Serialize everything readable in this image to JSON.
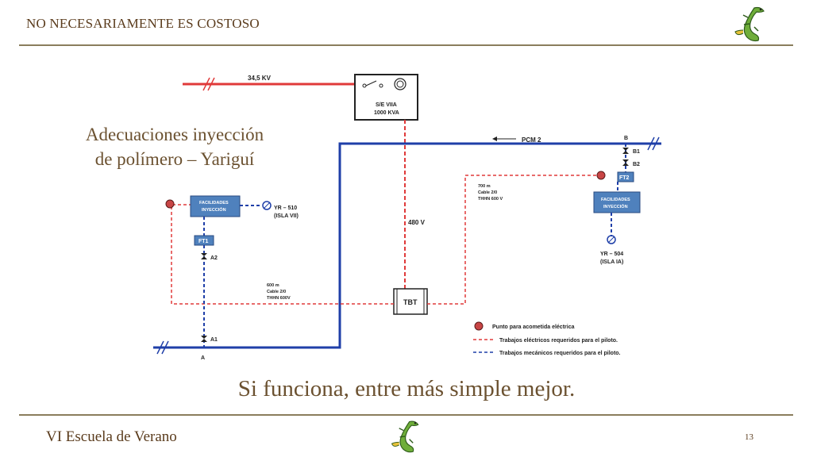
{
  "header": {
    "title": "NO NECESARIAMENTE ES COSTOSO"
  },
  "subtitle": {
    "line1": "Adecuaciones inyección",
    "line2": "de polímero – Yariguí"
  },
  "caption": "Si funciona, entre más simple mejor.",
  "footer": {
    "left": "VI Escuela de Verano",
    "page": "13"
  },
  "diagram": {
    "line_345kv": "34,5 KV",
    "substation_line1": "S/E VIIA",
    "substation_line2": "1000 KVA",
    "voltage_480": "480 V",
    "pcm": "PCM 2",
    "label_b": "B",
    "label_b1": "B1",
    "label_b2": "B2",
    "ft2": "FT2",
    "ft1": "FT1",
    "facilities_right_line1": "FACILIDADES",
    "facilities_right_line2": "INYECCIÓN",
    "facilities_left_line1": "FACILIDADES",
    "facilities_left_line2": "INYECCIÓN",
    "cable_right_line1": "700 m",
    "cable_right_line2": "Cable 2/0",
    "cable_right_line3": "THHN 600 V",
    "cable_left_line1": "600 m",
    "cable_left_line2": "Cable 2/0",
    "cable_left_line3": "THHN 600V",
    "yr510_line1": "YR – 510",
    "yr510_line2": "(ISLA VII)",
    "yr504_line1": "YR – 504",
    "yr504_line2": "(ISLA IA)",
    "label_a2": "A2",
    "label_a1": "A1",
    "label_a": "A",
    "tbt": "TBT",
    "legend_point": "Punto para acometida eléctrica",
    "legend_electric": "Trabajos eléctricos requeridos para el piloto.",
    "legend_mechanical": "Trabajos mecánicos requeridos para el piloto.",
    "colors": {
      "electric": "#e03a3a",
      "mechanical": "#1f3fa8",
      "box": "#4f81bd",
      "point": "#c84545"
    }
  }
}
